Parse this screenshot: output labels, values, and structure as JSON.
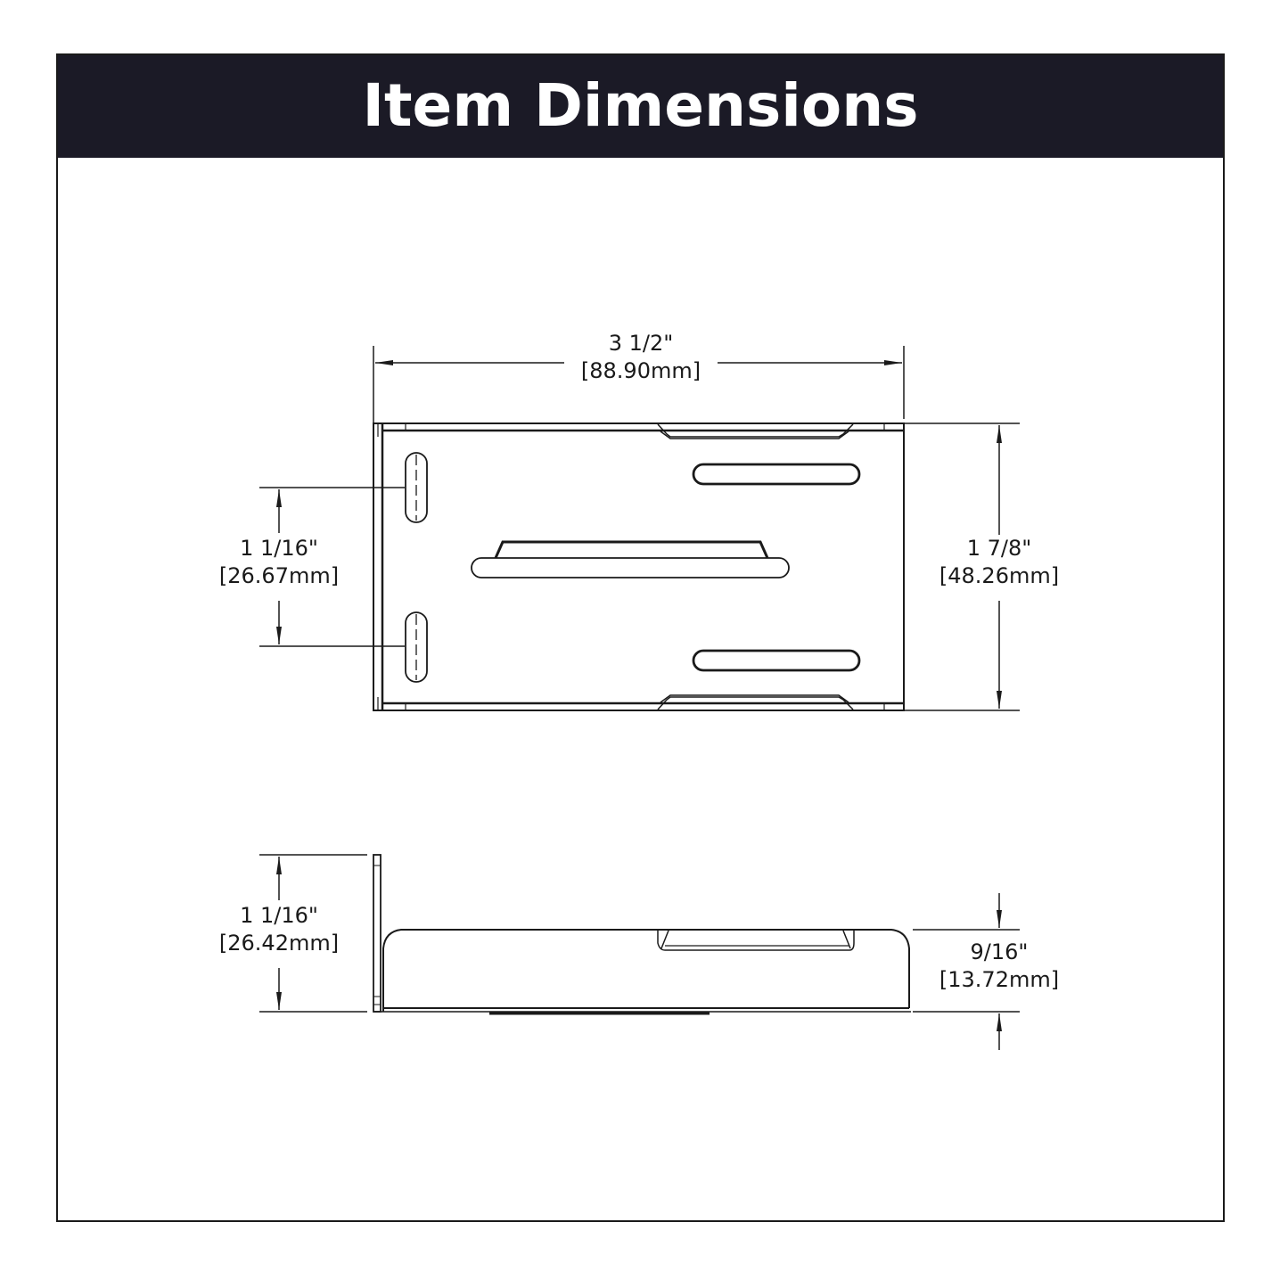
{
  "header": {
    "title": "Item Dimensions",
    "background_color": "#1b1a26",
    "text_color": "#ffffff"
  },
  "views": {
    "top_view": {
      "dimensions": {
        "width": {
          "imperial": "3 1/2\"",
          "metric": "[88.90mm]"
        },
        "height": {
          "imperial": "1 7/8\"",
          "metric": "[48.26mm]"
        },
        "slot_spacing": {
          "imperial": "1 1/16\"",
          "metric": "[26.67mm]"
        }
      }
    },
    "side_view": {
      "dimensions": {
        "overall_height": {
          "imperial": "1 1/16\"",
          "metric": "[26.42mm]"
        },
        "tray_height": {
          "imperial": "9/16\"",
          "metric": "[13.72mm]"
        }
      }
    }
  }
}
